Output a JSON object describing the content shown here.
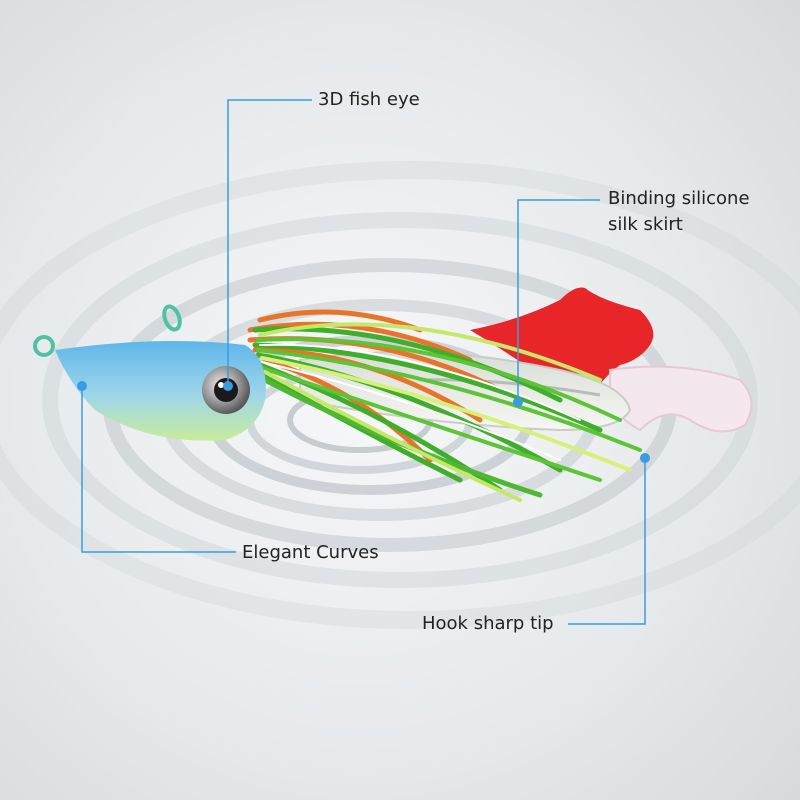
{
  "callouts": {
    "fish_eye": "3D fish eye",
    "skirt_line1": "Binding silicone",
    "skirt_line2": "silk skirt",
    "curves": "Elegant Curves",
    "hook": "Hook sharp tip"
  },
  "colors": {
    "callout_line": "#3a9be0",
    "background": "#eef0f1",
    "head_blue": "#7cc4e8",
    "skirt_green": "#3fae2a",
    "skirt_orange": "#e8742a",
    "tail_red": "#e8262a"
  }
}
